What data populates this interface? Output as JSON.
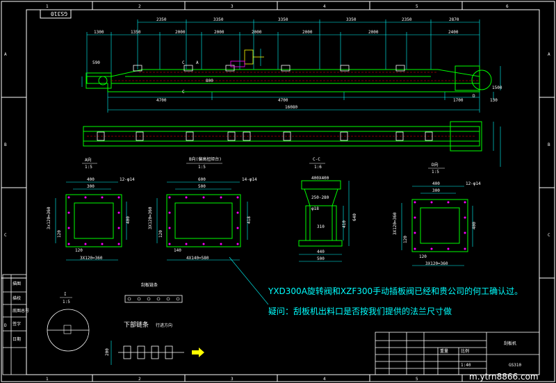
{
  "colors": {
    "background": "#000000",
    "border": "#ffffff",
    "outline": "#00ff00",
    "dimension": "#00ffff",
    "hidden": "#ff0000",
    "detail": "#ff00ff",
    "accent": "#ffff00"
  },
  "drawing_number": "GS310",
  "grid_columns": [
    "1",
    "2",
    "3",
    "4",
    "5",
    "6"
  ],
  "grid_rows": [
    "A",
    "B",
    "C",
    "D"
  ],
  "top_dims_row1": [
    "2350",
    "3350",
    "3350",
    "3350",
    "2350",
    "2870"
  ],
  "top_dims_row2": [
    "1300",
    "1350",
    "2000",
    "2000",
    "2000",
    "2000",
    "2000",
    "2400"
  ],
  "elevation": {
    "overall_length": "16080",
    "lower_left_4700": "4700",
    "lower_right_4700": "4700",
    "lower_1700": "1700",
    "lower_130": "130",
    "left_590": "590",
    "height_800": "800",
    "right_height": "1500",
    "section_cut": [
      "C",
      "A",
      "D"
    ]
  },
  "views": {
    "a": {
      "title": "A向",
      "scale": "1:5",
      "w_outer": "400",
      "w_inner": "300",
      "hole": "12-φ14",
      "h_outer": "3x120=360",
      "h_inner": "400",
      "h_small": "120",
      "bottom_a": "120",
      "bottom_b": "3X120=360"
    },
    "b": {
      "title": "B向(偏高扭矩台)",
      "scale": "1:5",
      "w_outer": "600",
      "w_inner": "500",
      "hole": "14-φ14",
      "h_outer": "3X120=360",
      "h_inner": "418",
      "h_small": "120",
      "bottom_a": "140",
      "bottom_b": "4X140=580"
    },
    "c": {
      "title": "C-C",
      "scale": "1:6",
      "top": "400X400",
      "mid": "250-280",
      "hole": "φ18",
      "h1": "310",
      "h2": "410",
      "h3": "640",
      "bottom_a": "440",
      "bottom_b": "500"
    },
    "d": {
      "title": "D向",
      "scale": "1:5",
      "w_outer": "400",
      "w_inner": "300",
      "hole": "12-φ14",
      "h_outer": "3X120=360",
      "h_inner": "400",
      "h_small": "120",
      "bottom_a": "120",
      "bottom_b": "3X120=360"
    }
  },
  "notes": {
    "line1": "YXD300A旋转阀和XZF300手动插板阀已经和贵公司的何工确认过。",
    "line2": "疑问：刮板机出料口是否按我们提供的法兰尺寸做"
  },
  "chain": {
    "scraper_label": "刮板链条",
    "lower_chain_label": "下部链条",
    "direction_label": "行进方向",
    "height_dim": "200"
  },
  "section_small": {
    "label": "I",
    "scale": "1:5"
  },
  "title_block": {
    "drawing_title": "刮板机",
    "code": "GS310",
    "weight_label": "重量",
    "scale_label": "比例",
    "scale_value": "1:40"
  },
  "left_stamp": [
    "描图",
    "描校",
    "底图总号",
    "签字",
    "日期"
  ],
  "watermark": "m.ytrn8866.com"
}
